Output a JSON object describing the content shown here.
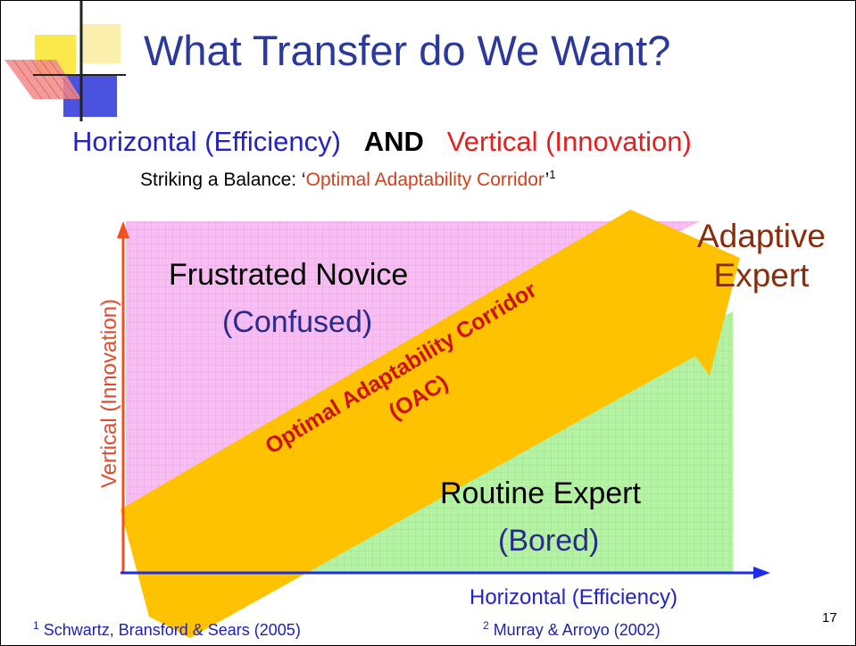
{
  "title": "What Transfer do We Want?",
  "subtitle": {
    "horizontal": "Horizontal",
    "efficiency": "(Efficiency)",
    "and": "AND",
    "vertical": "Vertical",
    "innovation": "(Innovation)"
  },
  "balance": {
    "prefix": "Striking a Balance: ‘",
    "highlight": "Optimal Adaptability Corridor",
    "suffix": "’",
    "footnote_mark": "1"
  },
  "diagram": {
    "top_right_label_line1": "Adaptive",
    "top_right_label_line2": "Expert",
    "upper_region_label": "Frustrated Novice",
    "upper_region_sublabel": "(Confused)",
    "lower_region_label": "Routine Expert",
    "lower_region_sublabel": "(Bored)",
    "arrow_label_line1": "Optimal Adaptability Corridor",
    "arrow_label_line2": "(OAC)",
    "y_axis_label": "Vertical (Innovation)",
    "x_axis_label": "Horizontal (Efficiency)"
  },
  "footnotes": {
    "ref1_mark": "1",
    "ref1_text": " Schwartz, Bransford & Sears (2005)",
    "ref2_mark": "2",
    "ref2_text": " Murray & Arroyo (2002)"
  },
  "page_number": "17",
  "colors": {
    "title": "#2b3a9a",
    "upper_region": "#f7b8f0",
    "lower_region": "#b2f2a2",
    "arrow": "#ffc400",
    "y_axis": "#f0501e",
    "x_axis": "#1e2ee6",
    "adaptive_expert": "#8a2c0c"
  }
}
